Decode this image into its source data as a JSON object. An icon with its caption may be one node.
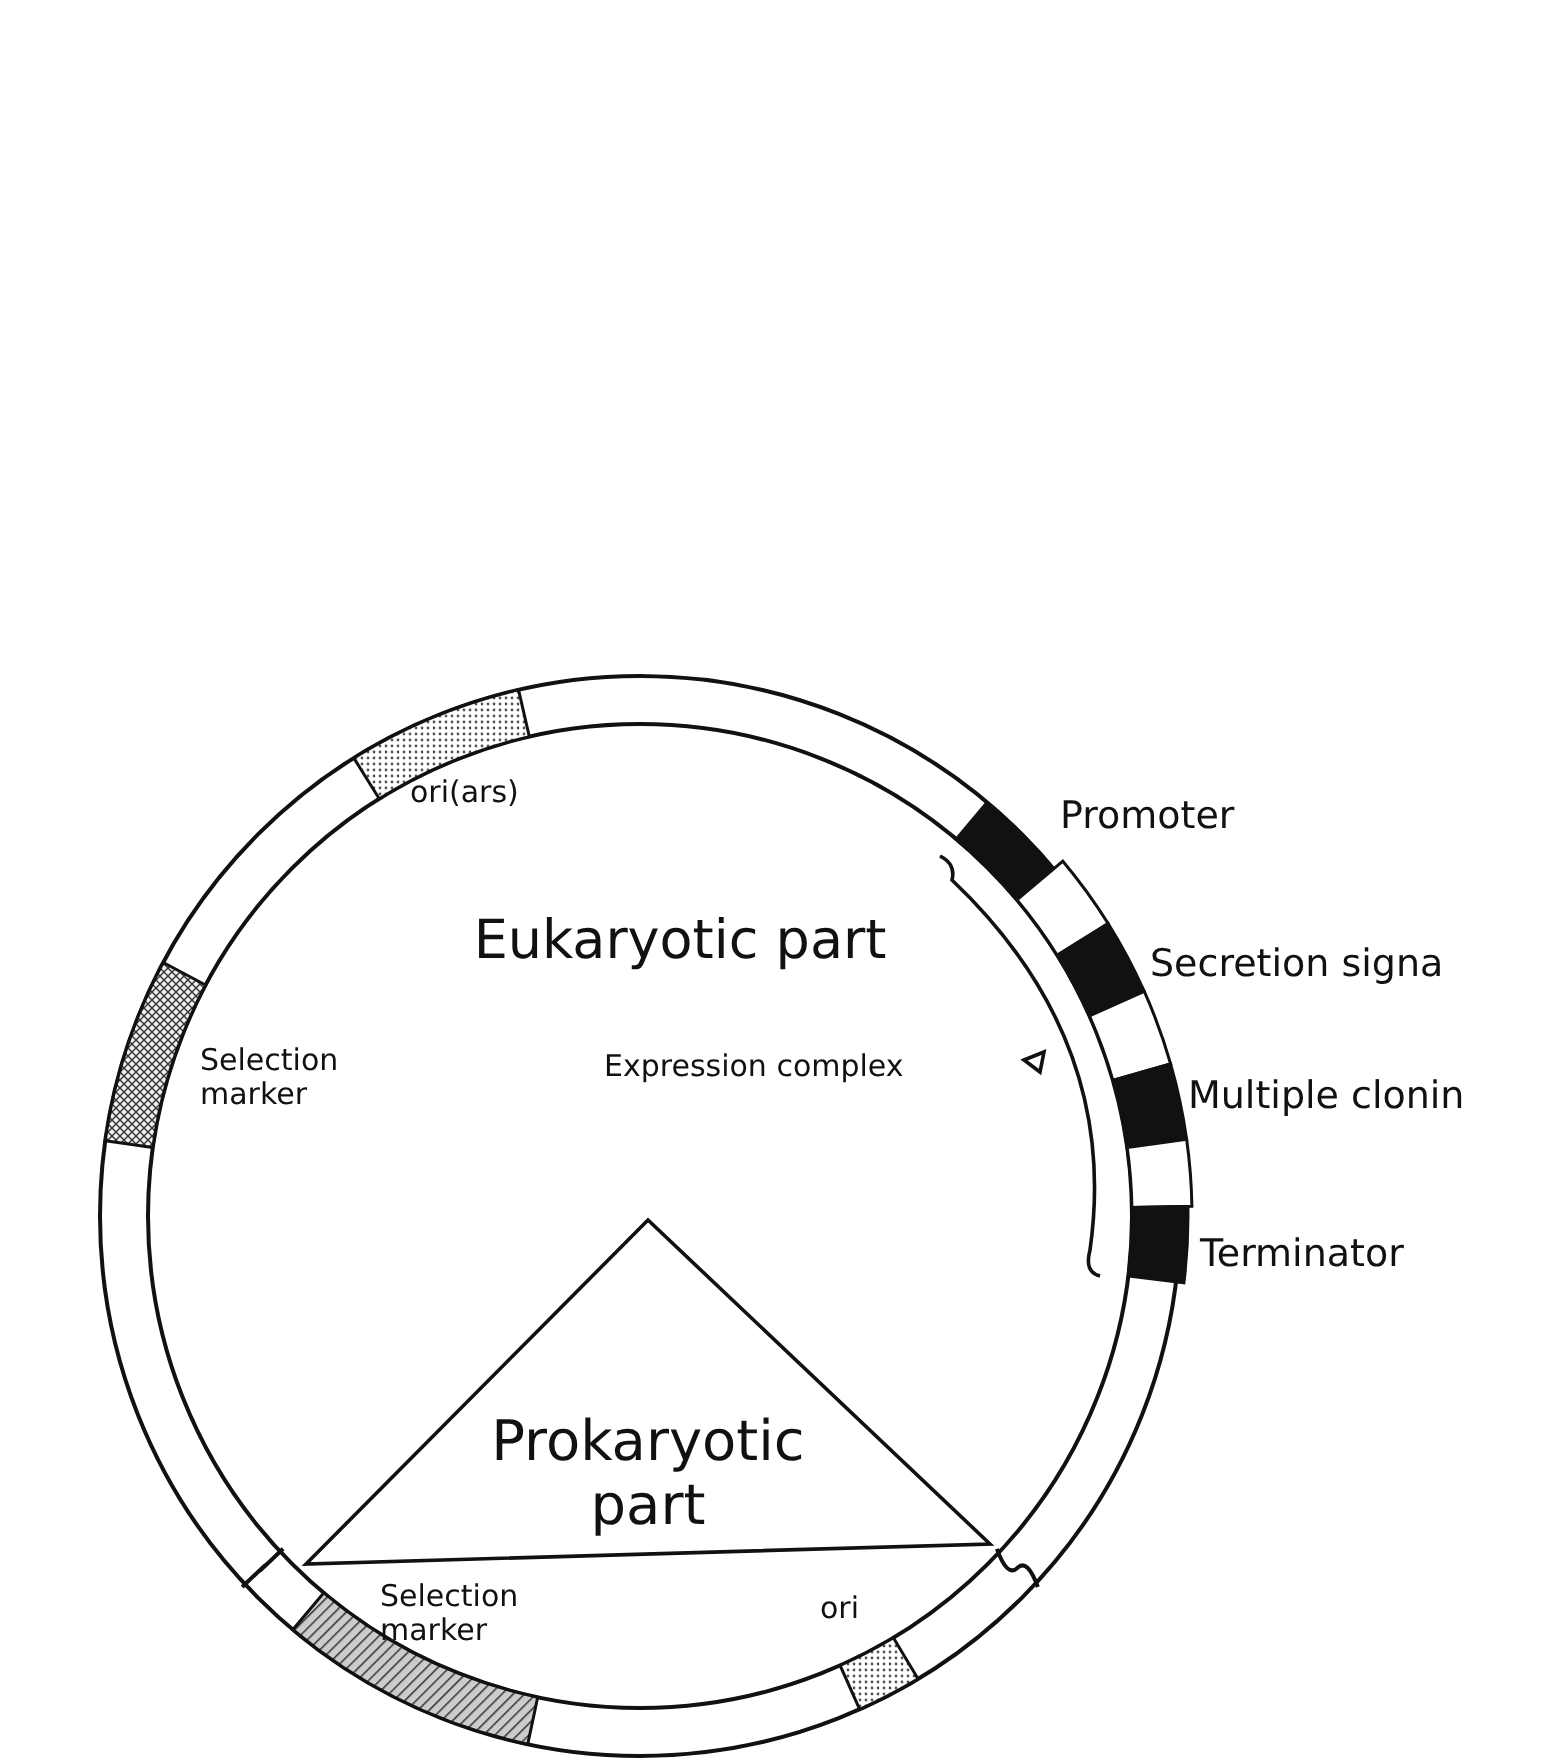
{
  "diagram": {
    "nodes": [
      {
        "text": [
          "Eukaryotic part"
        ]
      },
      {
        "text": [
          "Prokaryotic part"
        ],
        "in": 0
      }
    ],
    "labels": [
      "ori(ars)",
      "Promoter",
      "Secretion signa",
      "Selection marker",
      "Expression complex",
      "Multiple clonin",
      "Terminator",
      "Selection marker",
      "ori"
    ]
  }
}
